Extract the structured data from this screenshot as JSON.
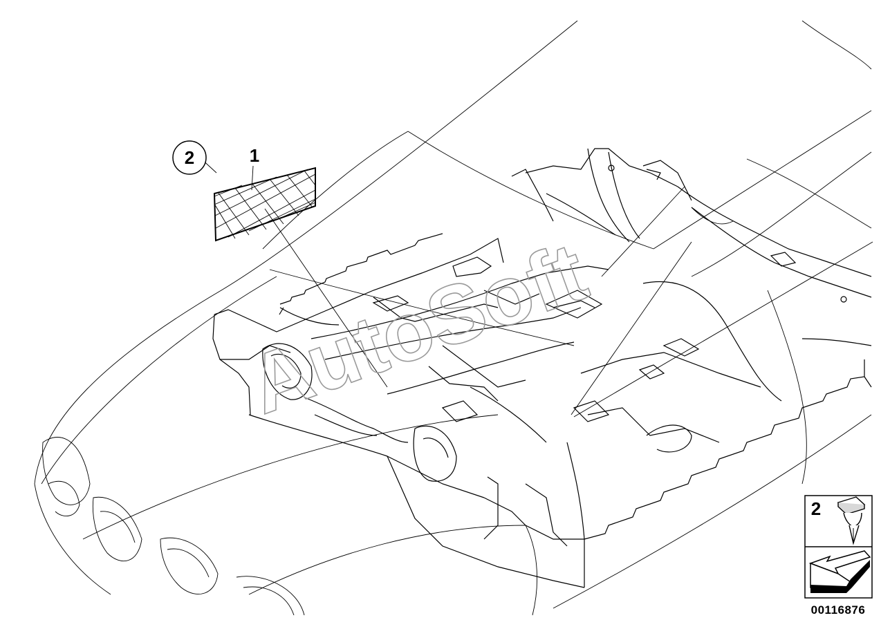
{
  "callouts": [
    {
      "label": "1"
    },
    {
      "label": "2"
    }
  ],
  "watermark": {
    "text": "AutoSoft"
  },
  "legend": {
    "clip_label": "2",
    "clip_icon": "push-clip-icon",
    "arrow_icon": "direction-arrow-icon"
  },
  "diagram_code": "00116876"
}
